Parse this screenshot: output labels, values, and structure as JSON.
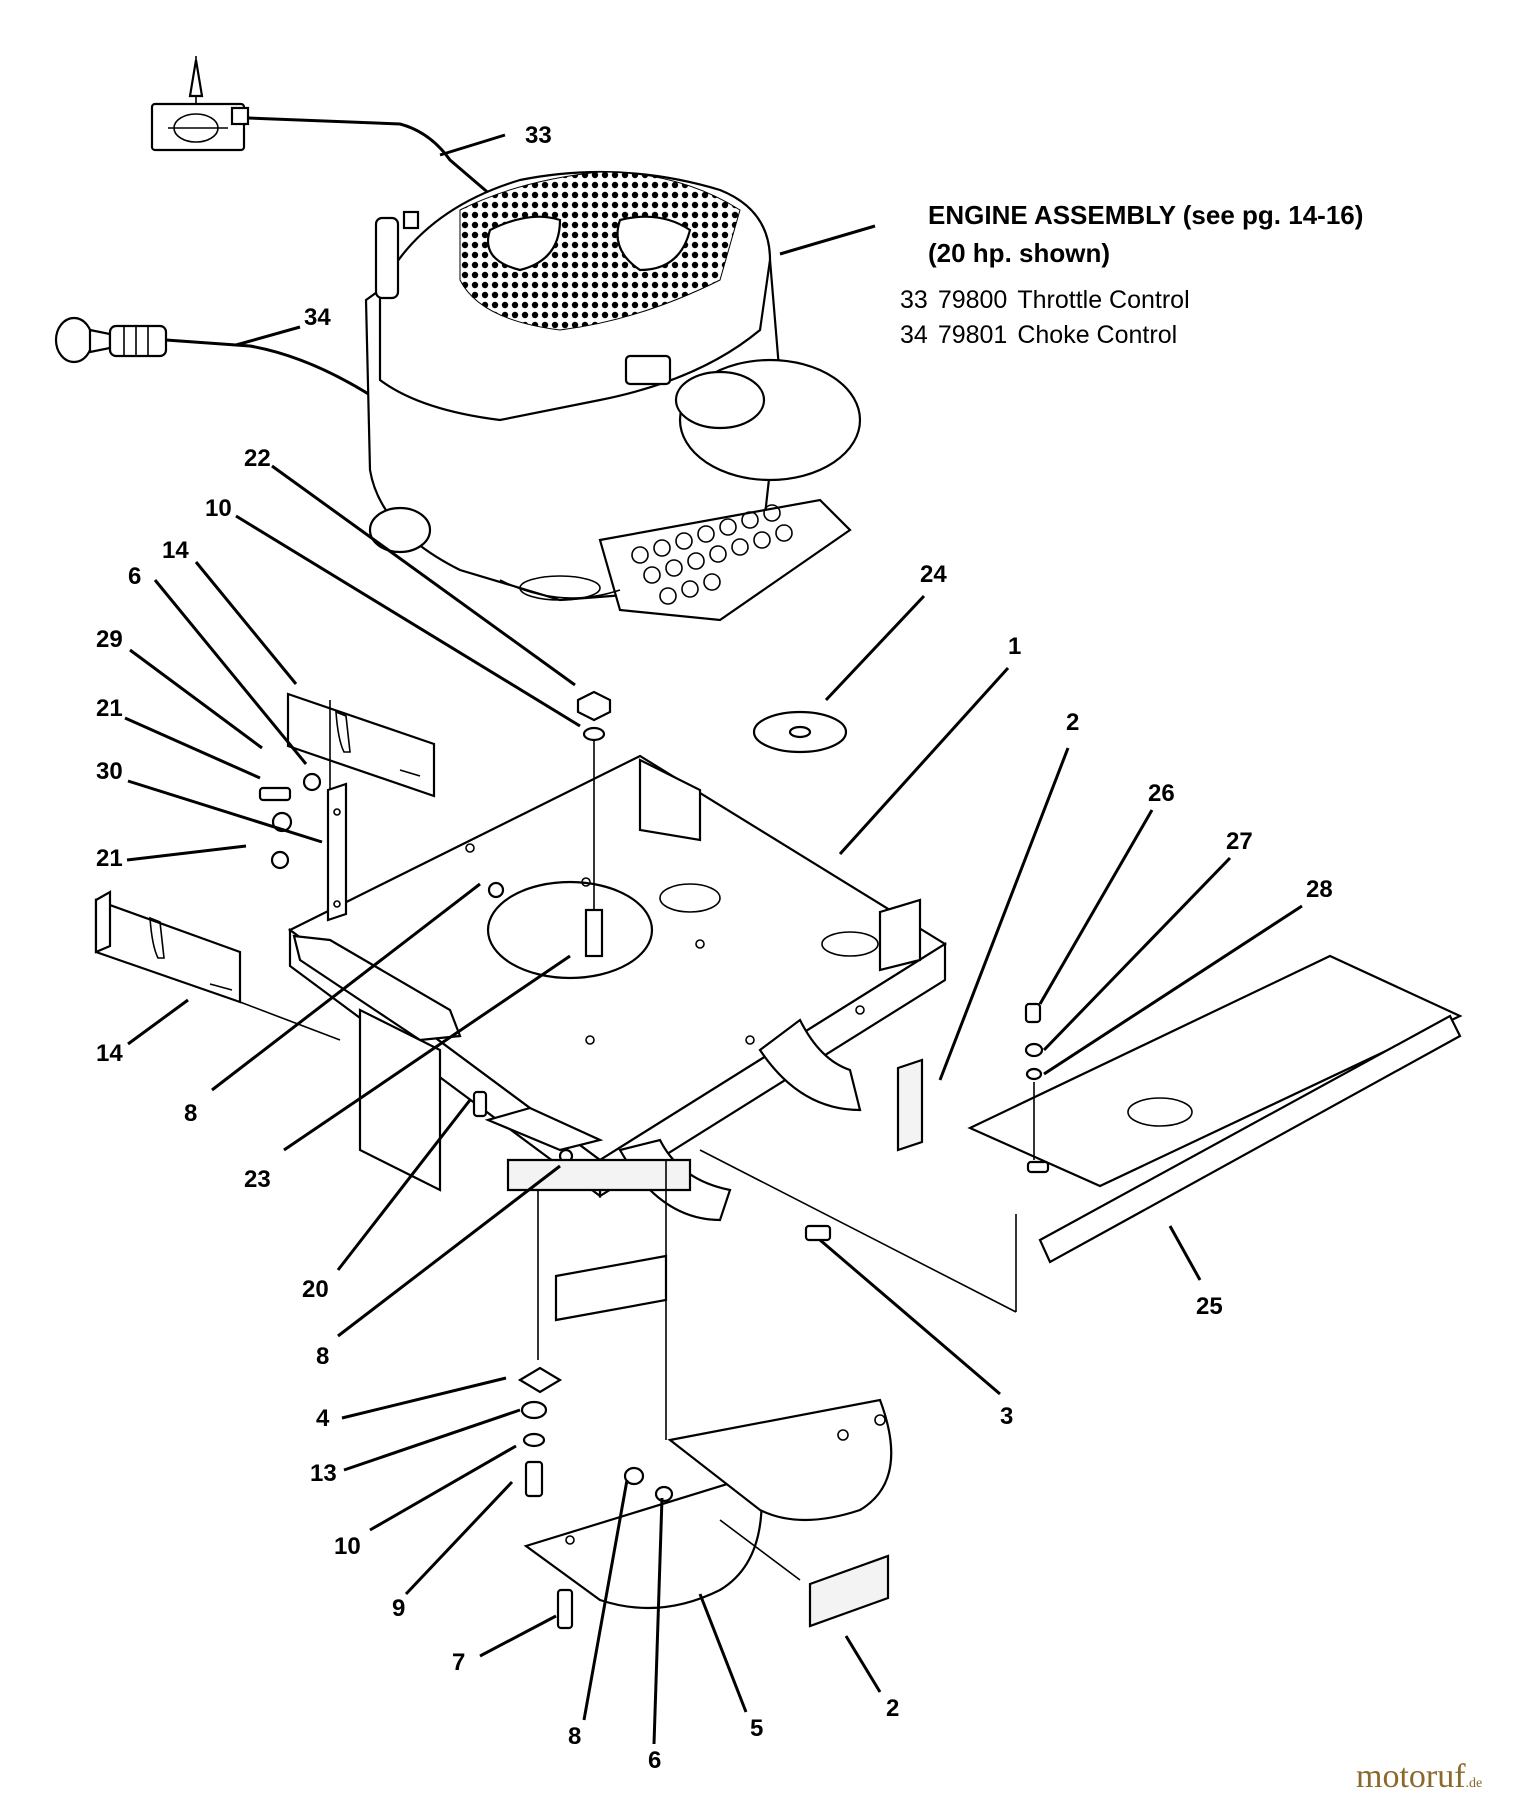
{
  "engine_note": {
    "title": "ENGINE ASSEMBLY (see pg. 14-16)",
    "subtitle": "(20 hp. shown)"
  },
  "parts_list": [
    {
      "ref": "33",
      "part_no": "79800",
      "description": "Throttle Control"
    },
    {
      "ref": "34",
      "part_no": "79801",
      "description": "Choke Control"
    }
  ],
  "callouts": {
    "c33": "33",
    "c34": "34",
    "c22": "22",
    "c10a": "10",
    "c14a": "14",
    "c6a": "6",
    "c29": "29",
    "c21a": "21",
    "c30": "30",
    "c21b": "21",
    "c14b": "14",
    "c8a": "8",
    "c23": "23",
    "c20": "20",
    "c8b": "8",
    "c4": "4",
    "c13": "13",
    "c10b": "10",
    "c9": "9",
    "c7": "7",
    "c8c": "8",
    "c6b": "6",
    "c5": "5",
    "c2a": "2",
    "c2b": "2",
    "c1": "1",
    "c24": "24",
    "c26": "26",
    "c27": "27",
    "c28": "28",
    "c25": "25",
    "c3": "3"
  },
  "watermark": {
    "text": "motoruf",
    "suffix": ".de"
  }
}
